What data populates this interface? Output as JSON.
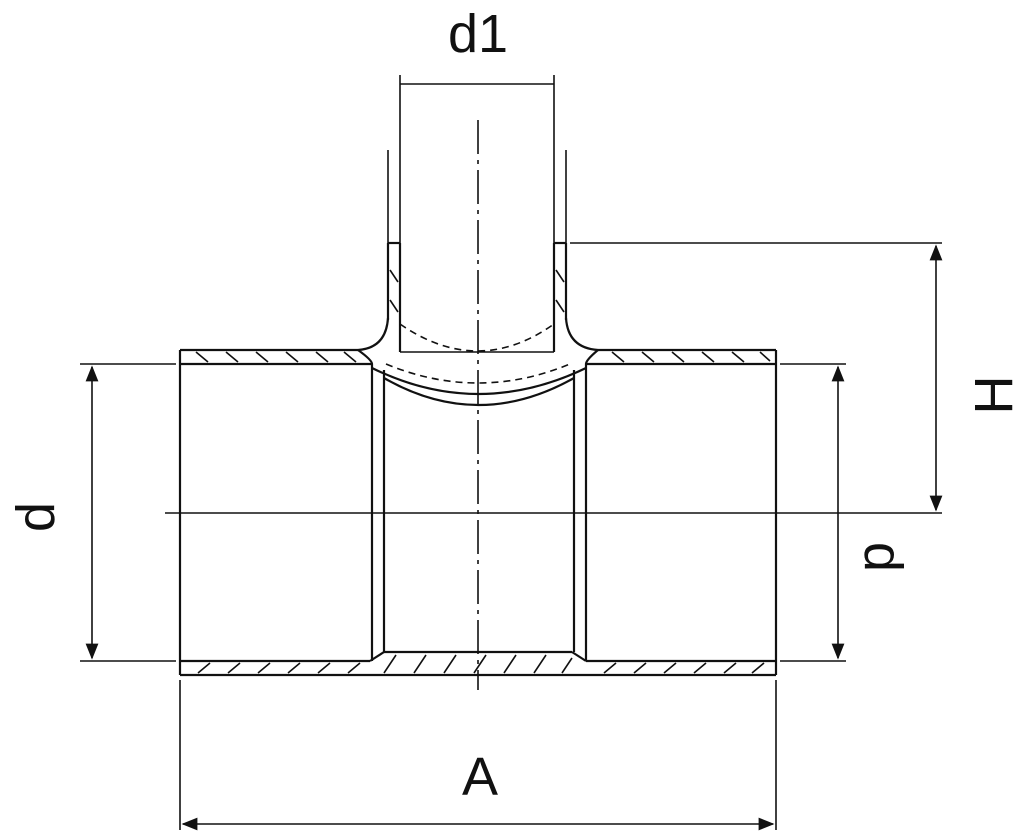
{
  "labels": {
    "d1": "d1",
    "H": "H",
    "d_left": "d",
    "d_right": "d",
    "A": "A"
  },
  "colors": {
    "line": "#111111",
    "background": "#ffffff"
  }
}
